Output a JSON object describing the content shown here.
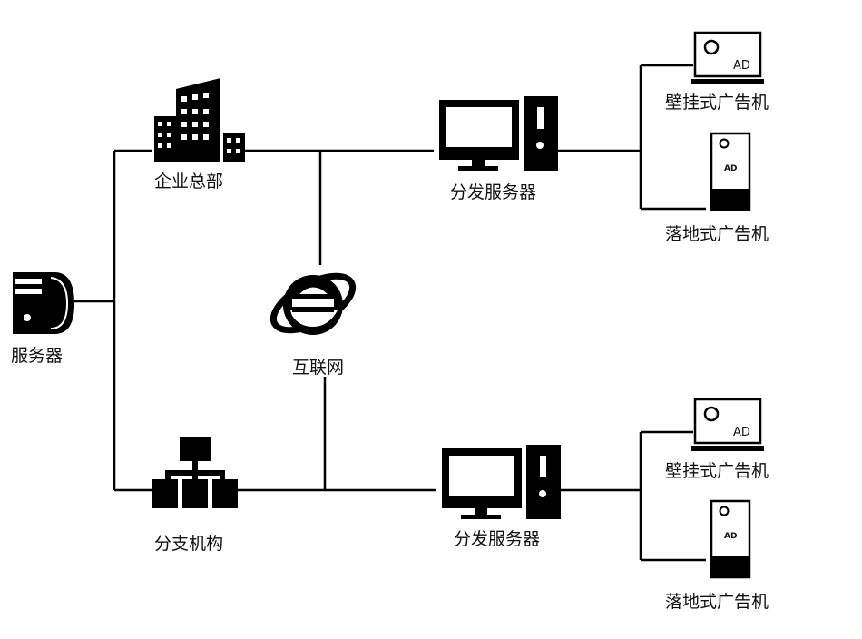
{
  "nodes": {
    "server": {
      "label": "服务器",
      "icon": "server-tower-icon"
    },
    "headquarters": {
      "label": "企业总部",
      "icon": "office-buildings-icon"
    },
    "branch": {
      "label": "分支机构",
      "icon": "org-chart-icon"
    },
    "internet": {
      "label": "互联网",
      "icon": "internet-explorer-e-icon"
    },
    "distribution_server_top": {
      "label": "分发服务器",
      "icon": "desktop-computer-icon"
    },
    "distribution_server_bottom": {
      "label": "分发服务器",
      "icon": "desktop-computer-icon"
    },
    "wall_ad_top": {
      "label": "壁挂式广告机",
      "screen_text": "AD",
      "icon": "wall-mounted-ad-screen-icon"
    },
    "floor_ad_top": {
      "label": "落地式广告机",
      "screen_text": "AD",
      "icon": "floor-standing-ad-kiosk-icon"
    },
    "wall_ad_bottom": {
      "label": "壁挂式广告机",
      "screen_text": "AD",
      "icon": "wall-mounted-ad-screen-icon"
    },
    "floor_ad_bottom": {
      "label": "落地式广告机",
      "screen_text": "AD",
      "icon": "floor-standing-ad-kiosk-icon"
    }
  },
  "colors": {
    "line": "#000000",
    "icon": "#000000",
    "background": "#ffffff"
  }
}
